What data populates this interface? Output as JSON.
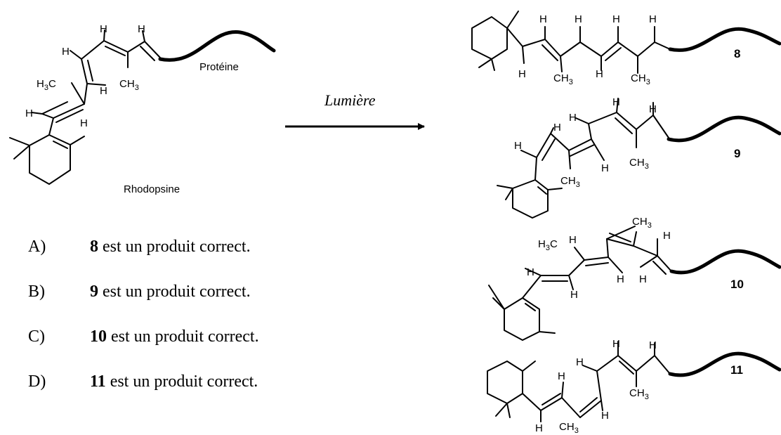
{
  "reactant": {
    "name": "Rhodopsine",
    "protein": "Protéine",
    "h3c": "H3C",
    "ch3": "CH3",
    "h": "H"
  },
  "reaction": {
    "condition": "Lumière"
  },
  "products": [
    {
      "number": "8"
    },
    {
      "number": "9"
    },
    {
      "number": "10"
    },
    {
      "number": "11"
    }
  ],
  "options": [
    {
      "letter": "A)",
      "number": "8",
      "text": " est un produit correct."
    },
    {
      "letter": "B)",
      "number": "9",
      "text": " est un produit correct."
    },
    {
      "letter": "C)",
      "number": "10",
      "text": " est un produit correct."
    },
    {
      "letter": "D)",
      "number": "11",
      "text": " est un produit correct."
    }
  ]
}
